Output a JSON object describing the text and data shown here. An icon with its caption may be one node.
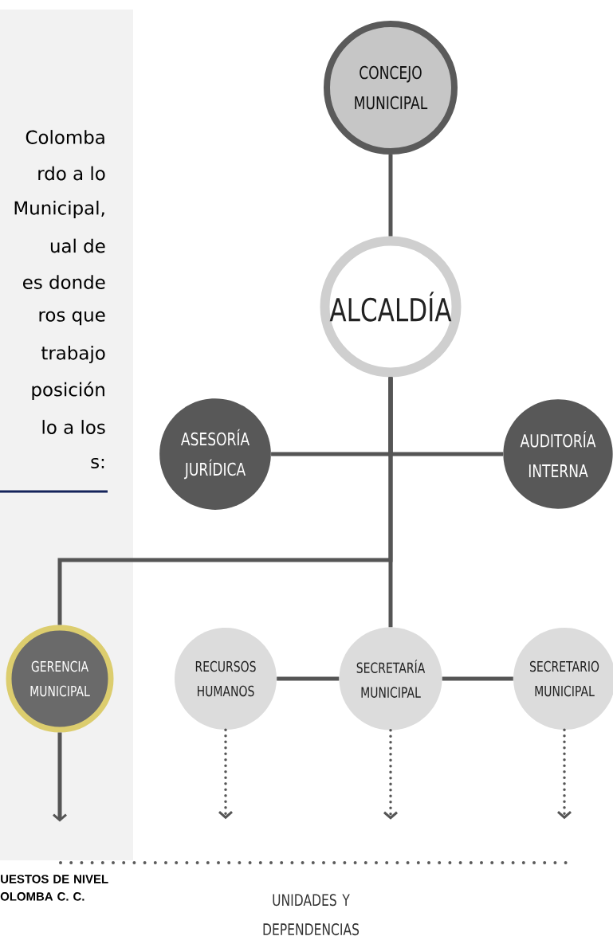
{
  "diagram": {
    "nodes": [
      {
        "text": [
          "CONCEJO MUNICIPAL"
        ]
      },
      {
        "text": [
          "ALCALDÍA"
        ]
      },
      {
        "text": [
          "ASESORÍA JURÍDICA"
        ]
      },
      {
        "text": [
          "AUDITORÍA INTERNA"
        ]
      },
      {
        "text": [
          "GERENCIA MUNICIPAL"
        ]
      },
      {
        "text": [
          "RECURSOS HUMANOS"
        ]
      },
      {
        "text": [
          "SECRETARÍA MUNICIPAL"
        ]
      },
      {
        "text": [
          "SECRETARIO MUNICIPAL"
        ]
      }
    ],
    "edges": [
      {
        "from": 0,
        "to": 1,
        "arrow": "none"
      },
      {
        "from": 1,
        "to": 2,
        "arrow": "none"
      },
      {
        "from": 1,
        "to": 3,
        "arrow": "none"
      },
      {
        "from": 1,
        "to": 4,
        "arrow": "none"
      },
      {
        "from": 1,
        "to": 6,
        "arrow": "none"
      },
      {
        "from": 5,
        "to": 6,
        "arrow": "none"
      },
      {
        "from": 6,
        "to": 7,
        "arrow": "none"
      },
      {
        "from": 4,
        "to": null,
        "arrow": "to"
      },
      {
        "from": 5,
        "to": null,
        "arrow": "to",
        "style": "dashed"
      },
      {
        "from": 6,
        "to": null,
        "arrow": "to",
        "style": "dashed"
      },
      {
        "from": 7,
        "to": null,
        "arrow": "to",
        "style": "dashed"
      }
    ],
    "labels": [
      "Colomba",
      "rdo a lo",
      "Municipal,",
      "ual de",
      "es donde",
      "ros que",
      "trabajo",
      "posición",
      "lo a los",
      "s:",
      "UESTOS DE NIVEL OLOMBA C. C.",
      "UNIDADES Y DEPENDENCIAS"
    ]
  }
}
